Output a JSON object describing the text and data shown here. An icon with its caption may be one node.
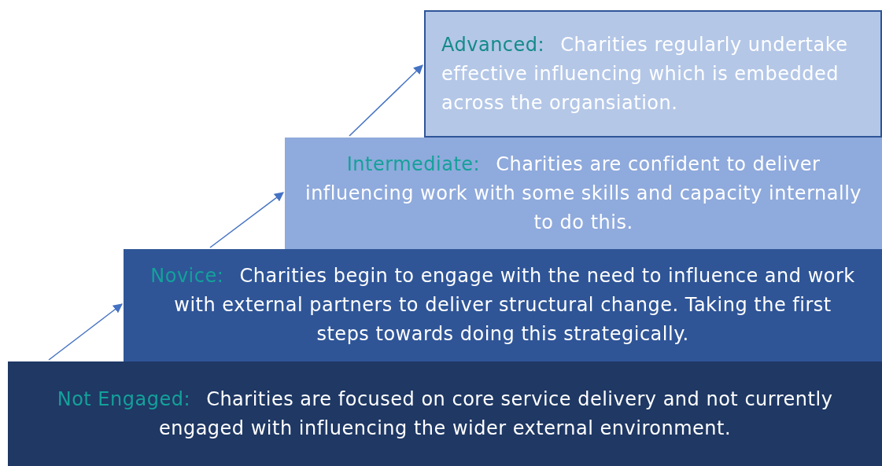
{
  "diagram": {
    "nodes": [
      {
        "text": [
          "Advanced:",
          "Charities regularly undertake effective influencing which is embedded across the organsiation."
        ]
      },
      {
        "text": [
          "Intermediate:",
          "Charities are confident to deliver influencing work with some skills and capacity internally to do this."
        ]
      },
      {
        "text": [
          "Novice:",
          "Charities begin to engage with the need to influence and work with external partners to deliver structural change. Taking the first steps towards doing this strategically."
        ]
      },
      {
        "text": [
          "Not Engaged:",
          "Charities are focused on core service delivery and not currently engaged with  influencing the wider external environment."
        ]
      }
    ],
    "edges": [
      {
        "from": 3,
        "to": 2,
        "arrow": "to"
      },
      {
        "from": 2,
        "to": 1,
        "arrow": "to"
      },
      {
        "from": 1,
        "to": 0,
        "arrow": "to"
      }
    ]
  }
}
